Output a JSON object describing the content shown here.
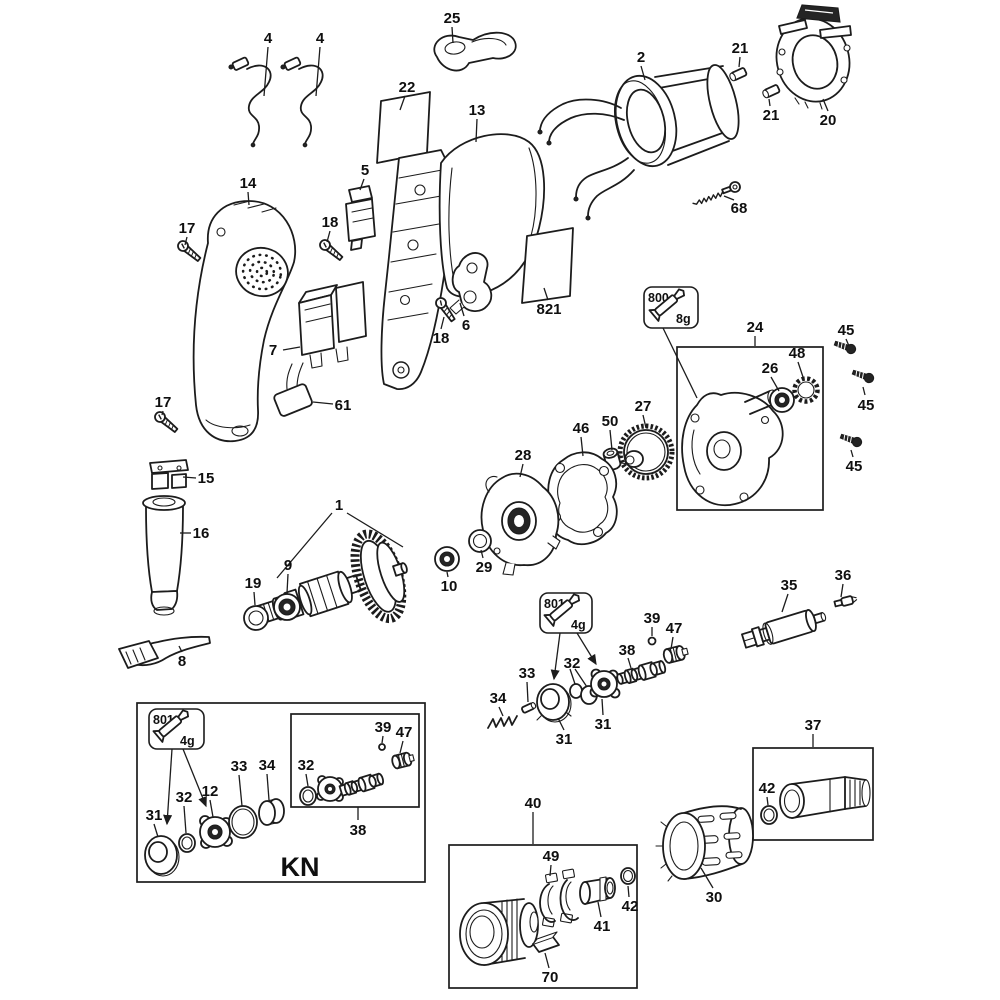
{
  "diagram": {
    "kind": "exploded-parts-diagram",
    "colors": {
      "background": "#ffffff",
      "line": "#1c1c1c",
      "text": "#0f0f0f"
    }
  },
  "callouts": {
    "c4a": "4",
    "c4b": "4",
    "c25": "25",
    "c22": "22",
    "c13": "13",
    "c2": "2",
    "c21a": "21",
    "c21b": "21",
    "c20": "20",
    "c68": "68",
    "c14": "14",
    "c17a": "17",
    "c17b": "17",
    "c5": "5",
    "c18a": "18",
    "c18b": "18",
    "c7": "7",
    "c6": "6",
    "c821": "821",
    "c61": "61",
    "c15": "15",
    "c16": "16",
    "c8": "8",
    "c24": "24",
    "c26": "26",
    "c48": "48",
    "c45a": "45",
    "c45b": "45",
    "c45c": "45",
    "c27": "27",
    "c50": "50",
    "c46": "46",
    "c28": "28",
    "c29": "29",
    "c1": "1",
    "c9": "9",
    "c19": "19",
    "c10": "10",
    "c39a": "39",
    "c47a": "47",
    "c38a": "38",
    "c32a": "32",
    "c33a": "33",
    "c34a": "34",
    "c31a": "31",
    "c31b": "31",
    "c35": "35",
    "c36": "36",
    "c37": "37",
    "c42a": "42",
    "c30": "30",
    "c40": "40",
    "c49": "49",
    "c41": "41",
    "c42b": "42",
    "c70": "70",
    "c31c": "31",
    "c32b": "32",
    "c12": "12",
    "c33b": "33",
    "c34b": "34",
    "c32c": "32",
    "c39b": "39",
    "c47b": "47",
    "c38b": "38"
  },
  "grease": {
    "g800": {
      "code": "800",
      "qty": "8g"
    },
    "g801a": {
      "code": "801",
      "qty": "4g"
    },
    "g801b": {
      "code": "801",
      "qty": "4g"
    }
  },
  "variant_label": "KN"
}
